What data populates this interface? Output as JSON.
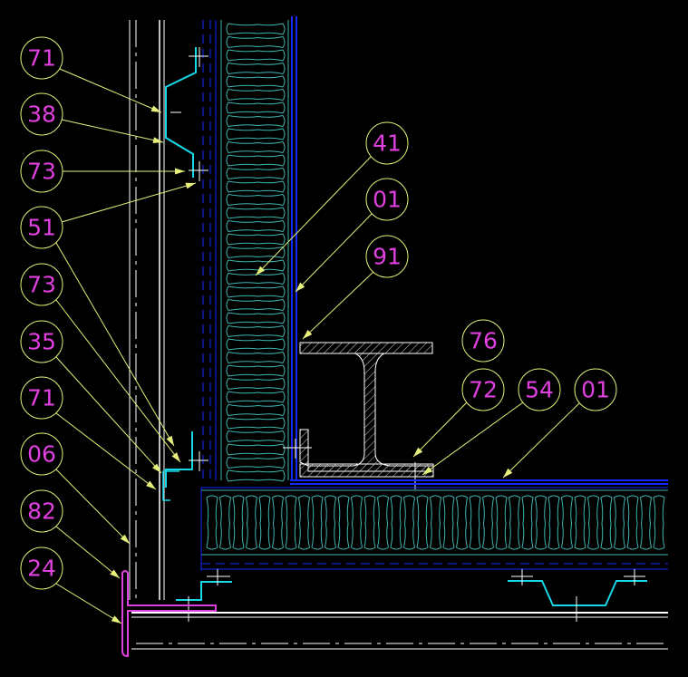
{
  "drawing": {
    "colors": {
      "background": "#000000",
      "tag_circle": "#e6f07a",
      "tag_text": "#e040e0",
      "leader": "#e6f07a",
      "insulation": "#3fb6b0",
      "steel_blue": "#1428ff",
      "cyan_profile": "#18d8e8",
      "magenta_flashing": "#e040e0",
      "white_line": "#ffffff",
      "hatch": "#cfcfcf"
    },
    "tags": {
      "t71a": "71",
      "t38": "38",
      "t73a": "73",
      "t51": "51",
      "t73b": "73",
      "t35": "35",
      "t71b": "71",
      "t06": "06",
      "t82": "82",
      "t24": "24",
      "t41": "41",
      "t01a": "01",
      "t91": "91",
      "t76": "76",
      "t72": "72",
      "t54": "54",
      "t01b": "01"
    }
  }
}
